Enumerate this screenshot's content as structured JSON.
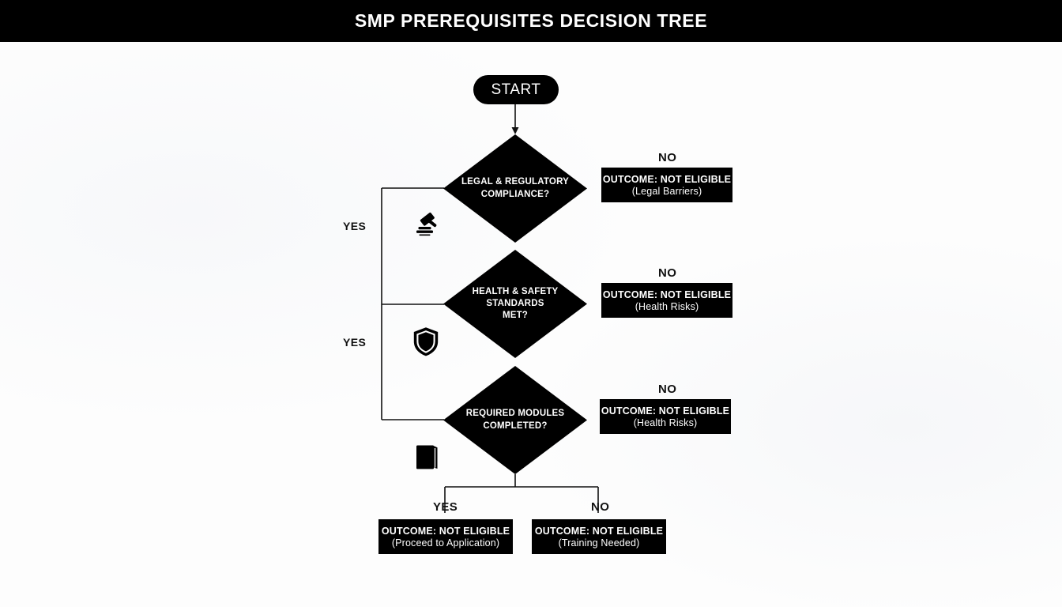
{
  "header": {
    "title": "SMP PREREQUISITES DECISION TREE"
  },
  "colors": {
    "ink": "#000000",
    "paper": "#ffffff",
    "text_on_ink": "#ffffff",
    "connector": "#111111"
  },
  "flow": {
    "start": {
      "label": "START"
    },
    "decisions": [
      {
        "id": "legal",
        "icon": "gavel-icon",
        "lines": [
          "LEGAL & REGULATORY",
          "COMPLIANCE?"
        ],
        "yes_label": "YES",
        "no_label": "NO",
        "no_outcome": {
          "main": "OUTCOME: NOT ELIGIBLE",
          "sub": "(Legal Barriers)"
        }
      },
      {
        "id": "safety",
        "icon": "shield-icon",
        "lines": [
          "HEALTH & SAFETY",
          "STANDARDS",
          "MET?"
        ],
        "yes_label": "YES",
        "no_label": "NO",
        "no_outcome": {
          "main": "OUTCOME: NOT ELIGIBLE",
          "sub": "(Health Risks)"
        }
      },
      {
        "id": "modules",
        "icon": "book-icon",
        "lines": [
          "REQUIRED MODULES",
          "COMPLETED?"
        ],
        "yes_label": "YES",
        "no_label": "NO",
        "no_outcome": {
          "main": "OUTCOME: NOT ELIGIBLE",
          "sub": "(Health Risks)"
        }
      }
    ],
    "terminal": {
      "yes_label": "YES",
      "no_label": "NO",
      "yes_outcome": {
        "main": "OUTCOME: NOT ELIGIBLE",
        "sub": "(Proceed to Application)"
      },
      "no_outcome": {
        "main": "OUTCOME: NOT ELIGIBLE",
        "sub": "(Training Needed)"
      }
    }
  }
}
